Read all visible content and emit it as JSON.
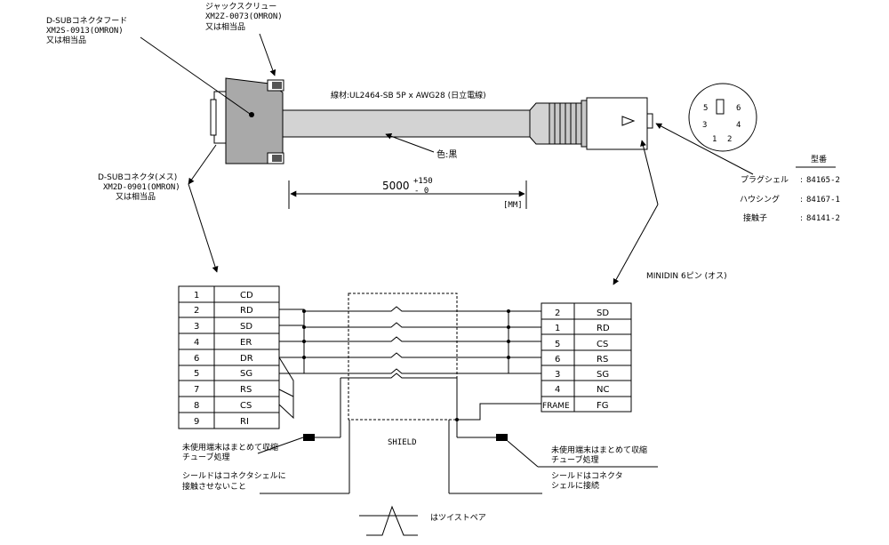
{
  "annotations": {
    "dsub_hood": [
      "D-SUBコネクタフード",
      "XM2S-0913(OMRON)",
      "又は相当品"
    ],
    "jack_screw": [
      "ジャックスクリュー",
      "XM2Z-0073(OMRON)",
      "又は相当品"
    ],
    "dsub_connector": [
      "D-SUBコネクタ(メス)",
      "XM2D-0901(OMRON)",
      "又は相当品"
    ],
    "wire": "線材:UL2464-SB 5P x AWG28 (日立電線)",
    "color": "色:黒",
    "length_value": "5000",
    "tol_plus": "+150",
    "tol_minus": "-  0",
    "unit": "[MM]",
    "minidin": "MINIDIN 6ピン (オス)",
    "shield": "SHIELD",
    "unused_left": [
      "未使用端末はまとめて収縮",
      "チューブ処理"
    ],
    "shield_left": [
      "シールドはコネクタシェルに",
      "接触させないこと"
    ],
    "unused_right": [
      "未使用端末はまとめて収縮",
      "チューブ処理"
    ],
    "shield_right": [
      "シールドはコネクタ",
      "シェルに接続"
    ],
    "twisted_pair": "はツイストペア"
  },
  "pin_face": {
    "numbers": [
      "5",
      "6",
      "3",
      "4",
      "1",
      "2"
    ]
  },
  "parts_table": {
    "header": "型番",
    "rows": [
      {
        "name": "プラグシェル",
        "sep": ":",
        "part": "84165-2"
      },
      {
        "name": "ハウシング",
        "sep": ":",
        "part": "84167-1"
      },
      {
        "name": "接触子",
        "sep": ":",
        "part": "84141-2"
      }
    ]
  },
  "dsub_pins": [
    {
      "pin": "1",
      "signal": "CD"
    },
    {
      "pin": "2",
      "signal": "RD"
    },
    {
      "pin": "3",
      "signal": "SD"
    },
    {
      "pin": "4",
      "signal": "ER"
    },
    {
      "pin": "6",
      "signal": "DR"
    },
    {
      "pin": "5",
      "signal": "SG"
    },
    {
      "pin": "7",
      "signal": "RS"
    },
    {
      "pin": "8",
      "signal": "CS"
    },
    {
      "pin": "9",
      "signal": "RI"
    }
  ],
  "minidin_pins": [
    {
      "pin": "2",
      "signal": "SD"
    },
    {
      "pin": "1",
      "signal": "RD"
    },
    {
      "pin": "5",
      "signal": "CS"
    },
    {
      "pin": "6",
      "signal": "RS"
    },
    {
      "pin": "3",
      "signal": "SG"
    },
    {
      "pin": "4",
      "signal": "NC"
    },
    {
      "pin": "FRAME",
      "signal": "FG"
    }
  ]
}
